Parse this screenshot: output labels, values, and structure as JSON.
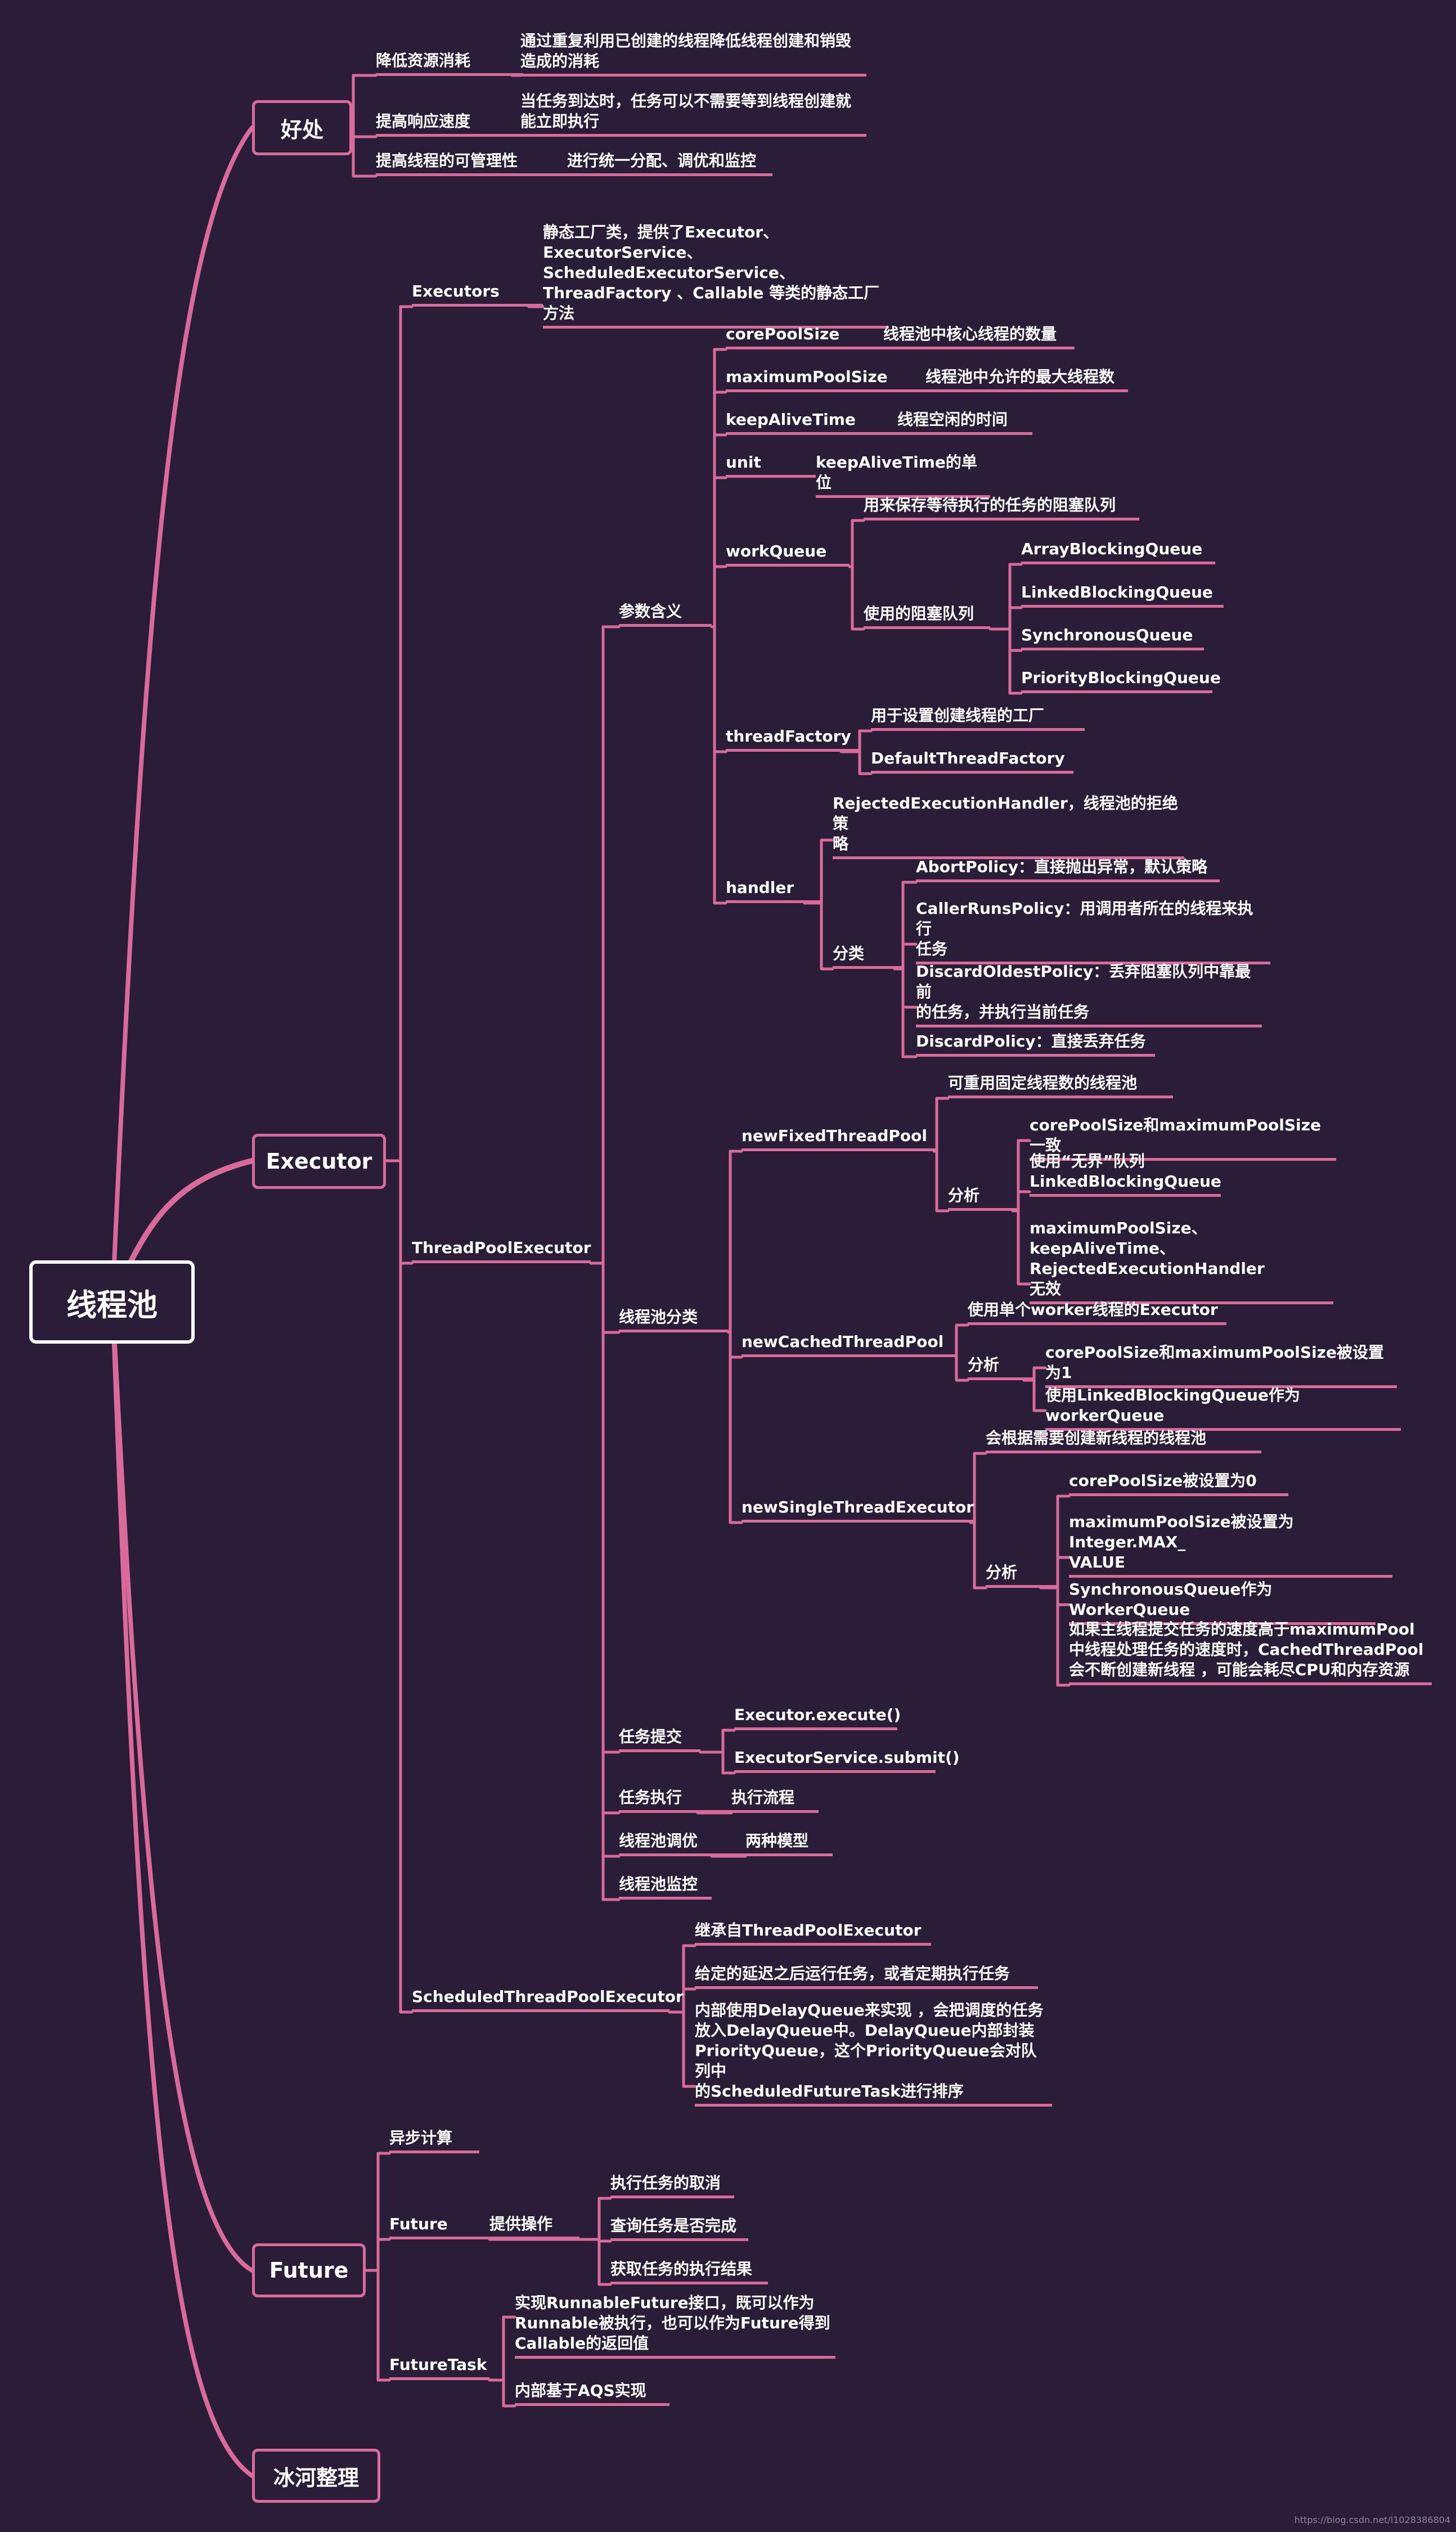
{
  "root": "线程池",
  "benefits": {
    "title": "好处",
    "items": [
      {
        "label": "降低资源消耗",
        "desc": "通过重复利用已创建的线程降低线程创建和销毁\n造成的消耗"
      },
      {
        "label": "提高响应速度",
        "desc": "当任务到达时，任务可以不需要等到线程创建就\n能立即执行"
      },
      {
        "label": "提高线程的可管理性",
        "desc": "进行统一分配、调优和监控"
      }
    ]
  },
  "executor": {
    "title": "Executor",
    "executors": {
      "label": "Executors",
      "desc": "静态工厂类，提供了Executor、\nExecutorService、\nScheduledExecutorService、\nThreadFactory 、Callable 等类的静态工厂方法"
    },
    "tpe": {
      "label": "ThreadPoolExecutor",
      "params": {
        "label": "参数含义",
        "core": {
          "label": "corePoolSize",
          "desc": "线程池中核心线程的数量"
        },
        "max": {
          "label": "maximumPoolSize",
          "desc": "线程池中允许的最大线程数"
        },
        "keep": {
          "label": "keepAliveTime",
          "desc": "线程空闲的时间"
        },
        "unit": {
          "label": "unit",
          "desc": "keepAliveTime的单位"
        },
        "wq": {
          "label": "workQueue",
          "desc": "用来保存等待执行的任务的阻塞队列",
          "used": "使用的阻塞队列",
          "queues": [
            "ArrayBlockingQueue",
            "LinkedBlockingQueue",
            "SynchronousQueue",
            "PriorityBlockingQueue"
          ]
        },
        "tf": {
          "label": "threadFactory",
          "desc": "用于设置创建线程的工厂",
          "def": "DefaultThreadFactory"
        },
        "handler": {
          "label": "handler",
          "desc": "RejectedExecutionHandler，线程池的拒绝策\n略",
          "cat": "分类",
          "policies": [
            "AbortPolicy：直接抛出异常，默认策略",
            "CallerRunsPolicy：用调用者所在的线程来执行\n任务",
            "DiscardOldestPolicy：丢弃阻塞队列中靠最前\n的任务，并执行当前任务",
            "DiscardPolicy：直接丢弃任务"
          ]
        }
      },
      "cls": {
        "label": "线程池分类",
        "fixed": {
          "label": "newFixedThreadPool",
          "desc": "可重用固定线程数的线程池",
          "analysis": "分析",
          "items": [
            "corePoolSize和maximumPoolSize一致",
            "使用“无界”队列\nLinkedBlockingQueue",
            "maximumPoolSize、keepAliveTime、\nRejectedExecutionHandler\n无效"
          ]
        },
        "cached": {
          "label": "newCachedThreadPool",
          "desc": "使用单个worker线程的Executor",
          "analysis": "分析",
          "items": [
            "corePoolSize和maximumPoolSize被设置为1",
            "使用LinkedBlockingQueue作为workerQueue"
          ]
        },
        "single": {
          "label": "newSingleThreadExecutor",
          "desc": "会根据需要创建新线程的线程池",
          "analysis": "分析",
          "items": [
            "corePoolSize被设置为0",
            "maximumPoolSize被设置为Integer.MAX_\nVALUE",
            "SynchronousQueue作为WorkerQueue",
            "如果主线程提交任务的速度高于maximumPool\n中线程处理任务的速度时，CachedThreadPool\n会不断创建新线程 ，可能会耗尽CPU和内存资源"
          ]
        }
      },
      "submit": {
        "label": "任务提交",
        "items": [
          "Executor.execute()",
          "ExecutorService.submit()"
        ]
      },
      "exec": {
        "label": "任务执行",
        "desc": "执行流程"
      },
      "tune": {
        "label": "线程池调优",
        "desc": "两种模型"
      },
      "monitor": {
        "label": "线程池监控"
      }
    },
    "stpe": {
      "label": "ScheduledThreadPoolExecutor",
      "items": [
        "继承自ThreadPoolExecutor",
        "给定的延迟之后运行任务，或者定期执行任务",
        "内部使用DelayQueue来实现 ，会把调度的任务\n放入DelayQueue中。DelayQueue内部封装\nPriorityQueue，这个PriorityQueue会对队列中\n的ScheduledFutureTask进行排序"
      ]
    }
  },
  "future": {
    "title": "Future",
    "async": "异步计算",
    "fut": {
      "label": "Future",
      "ops": "提供操作",
      "items": [
        "执行任务的取消",
        "查询任务是否完成",
        "获取任务的执行结果"
      ]
    },
    "ftask": {
      "label": "FutureTask",
      "items": [
        "实现RunnableFuture接口，既可以作为\nRunnable被执行，也可以作为Future得到\nCallable的返回值",
        "内部基于AQS实现"
      ]
    }
  },
  "credit": "冰河整理",
  "watermark": "https://blog.csdn.net/l1028386804",
  "colors": {
    "background": "#2a1d38",
    "line": "#d96a9a",
    "text": "#ffffff"
  }
}
